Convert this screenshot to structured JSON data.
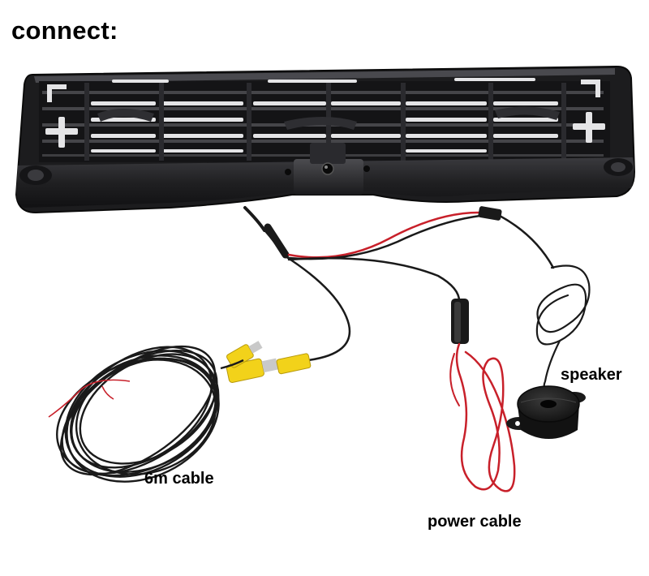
{
  "heading": "connect:",
  "labels": {
    "speaker": "speaker",
    "six_m_cable": "6m cable",
    "power_cable": "power cable"
  },
  "colors": {
    "frame": "#1c1c1e",
    "frame_highlight": "#5a5a5e",
    "wire_black": "#1a1a1a",
    "wire_red": "#c8202a",
    "rca_yellow": "#f2d21a",
    "rca_tip": "#c9c9c9"
  },
  "icons": [
    "license-plate-frame-camera",
    "rca-connector",
    "dc-power-connector",
    "buzzer-speaker"
  ]
}
